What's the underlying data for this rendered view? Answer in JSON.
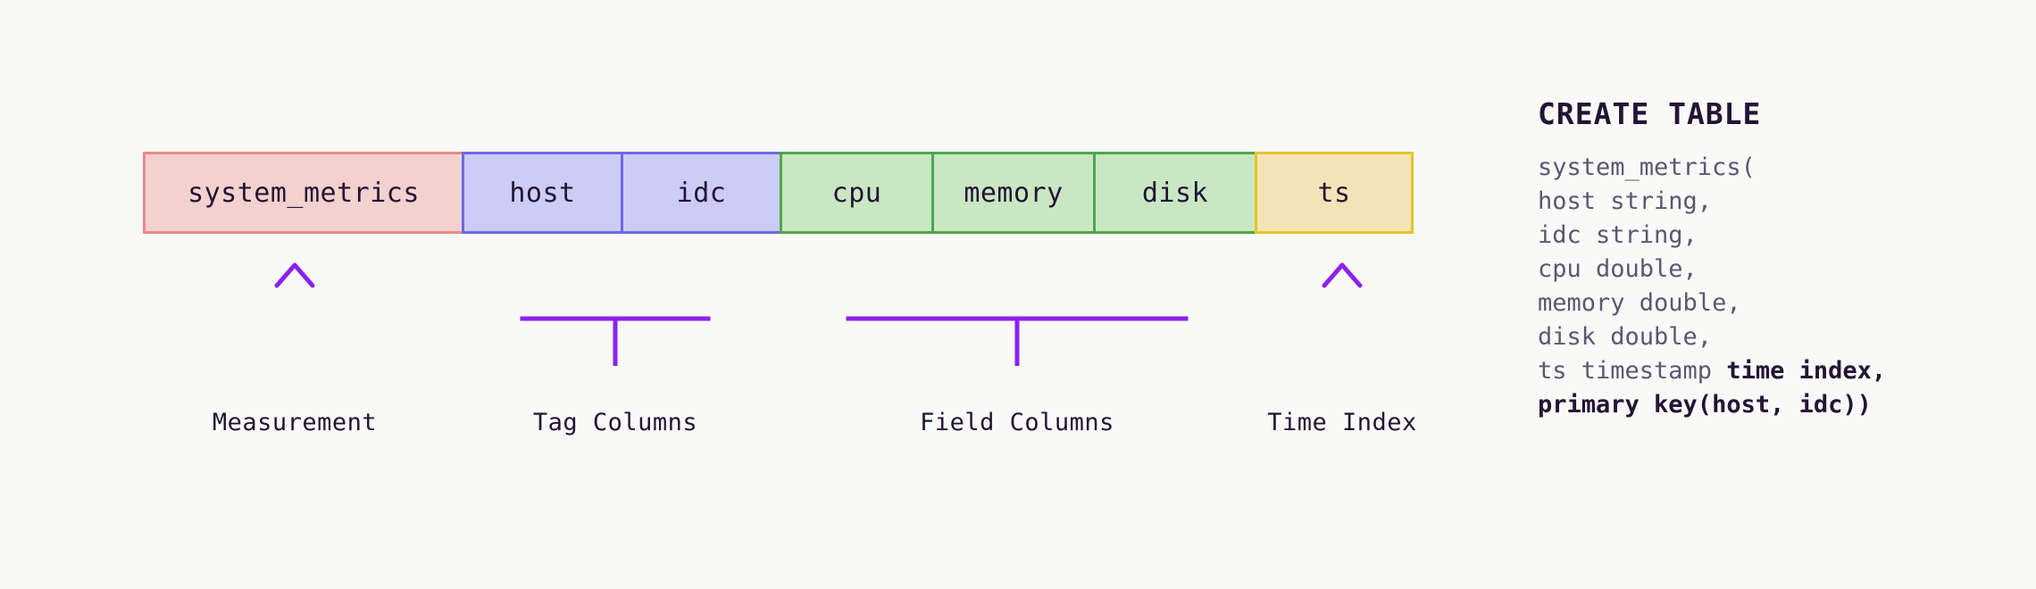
{
  "diagram": {
    "schema_row": [
      {
        "label": "system_metrics",
        "kind": "measurement"
      },
      {
        "label": "host",
        "kind": "tag"
      },
      {
        "label": "idc",
        "kind": "tag"
      },
      {
        "label": "cpu",
        "kind": "field"
      },
      {
        "label": "memory",
        "kind": "field"
      },
      {
        "label": "disk",
        "kind": "field"
      },
      {
        "label": "ts",
        "kind": "timeindex"
      }
    ],
    "annotations": [
      {
        "label": "Measurement",
        "connector": "arrow"
      },
      {
        "label": "Tag Columns",
        "connector": "bracket"
      },
      {
        "label": "Field Columns",
        "connector": "bracket"
      },
      {
        "label": "Time Index",
        "connector": "arrow"
      }
    ],
    "colors": {
      "background": "#f9f9f8",
      "measurement_fill": "#f3d1cf",
      "measurement_border": "#e98b85",
      "tag_fill": "#ccccf7",
      "tag_border": "#6a6ae4",
      "field_fill": "#c9e7c3",
      "field_border": "#4ba84a",
      "timeindex_fill": "#f2e4b7",
      "timeindex_border": "#e9c32b",
      "connector": "#9333ea",
      "text": "#241433",
      "code_text": "#5b5770"
    }
  },
  "sql": {
    "title": "CREATE TABLE",
    "lines": [
      {
        "text": "system_metrics(",
        "bold_suffix": ""
      },
      {
        "text": "host string,",
        "bold_suffix": ""
      },
      {
        "text": "idc string,",
        "bold_suffix": ""
      },
      {
        "text": "cpu double,",
        "bold_suffix": ""
      },
      {
        "text": "memory double,",
        "bold_suffix": ""
      },
      {
        "text": "disk double,",
        "bold_suffix": ""
      },
      {
        "text": "ts timestamp ",
        "bold_suffix": "time index,"
      },
      {
        "text": "",
        "bold_suffix": "primary key(host, idc))"
      }
    ]
  }
}
